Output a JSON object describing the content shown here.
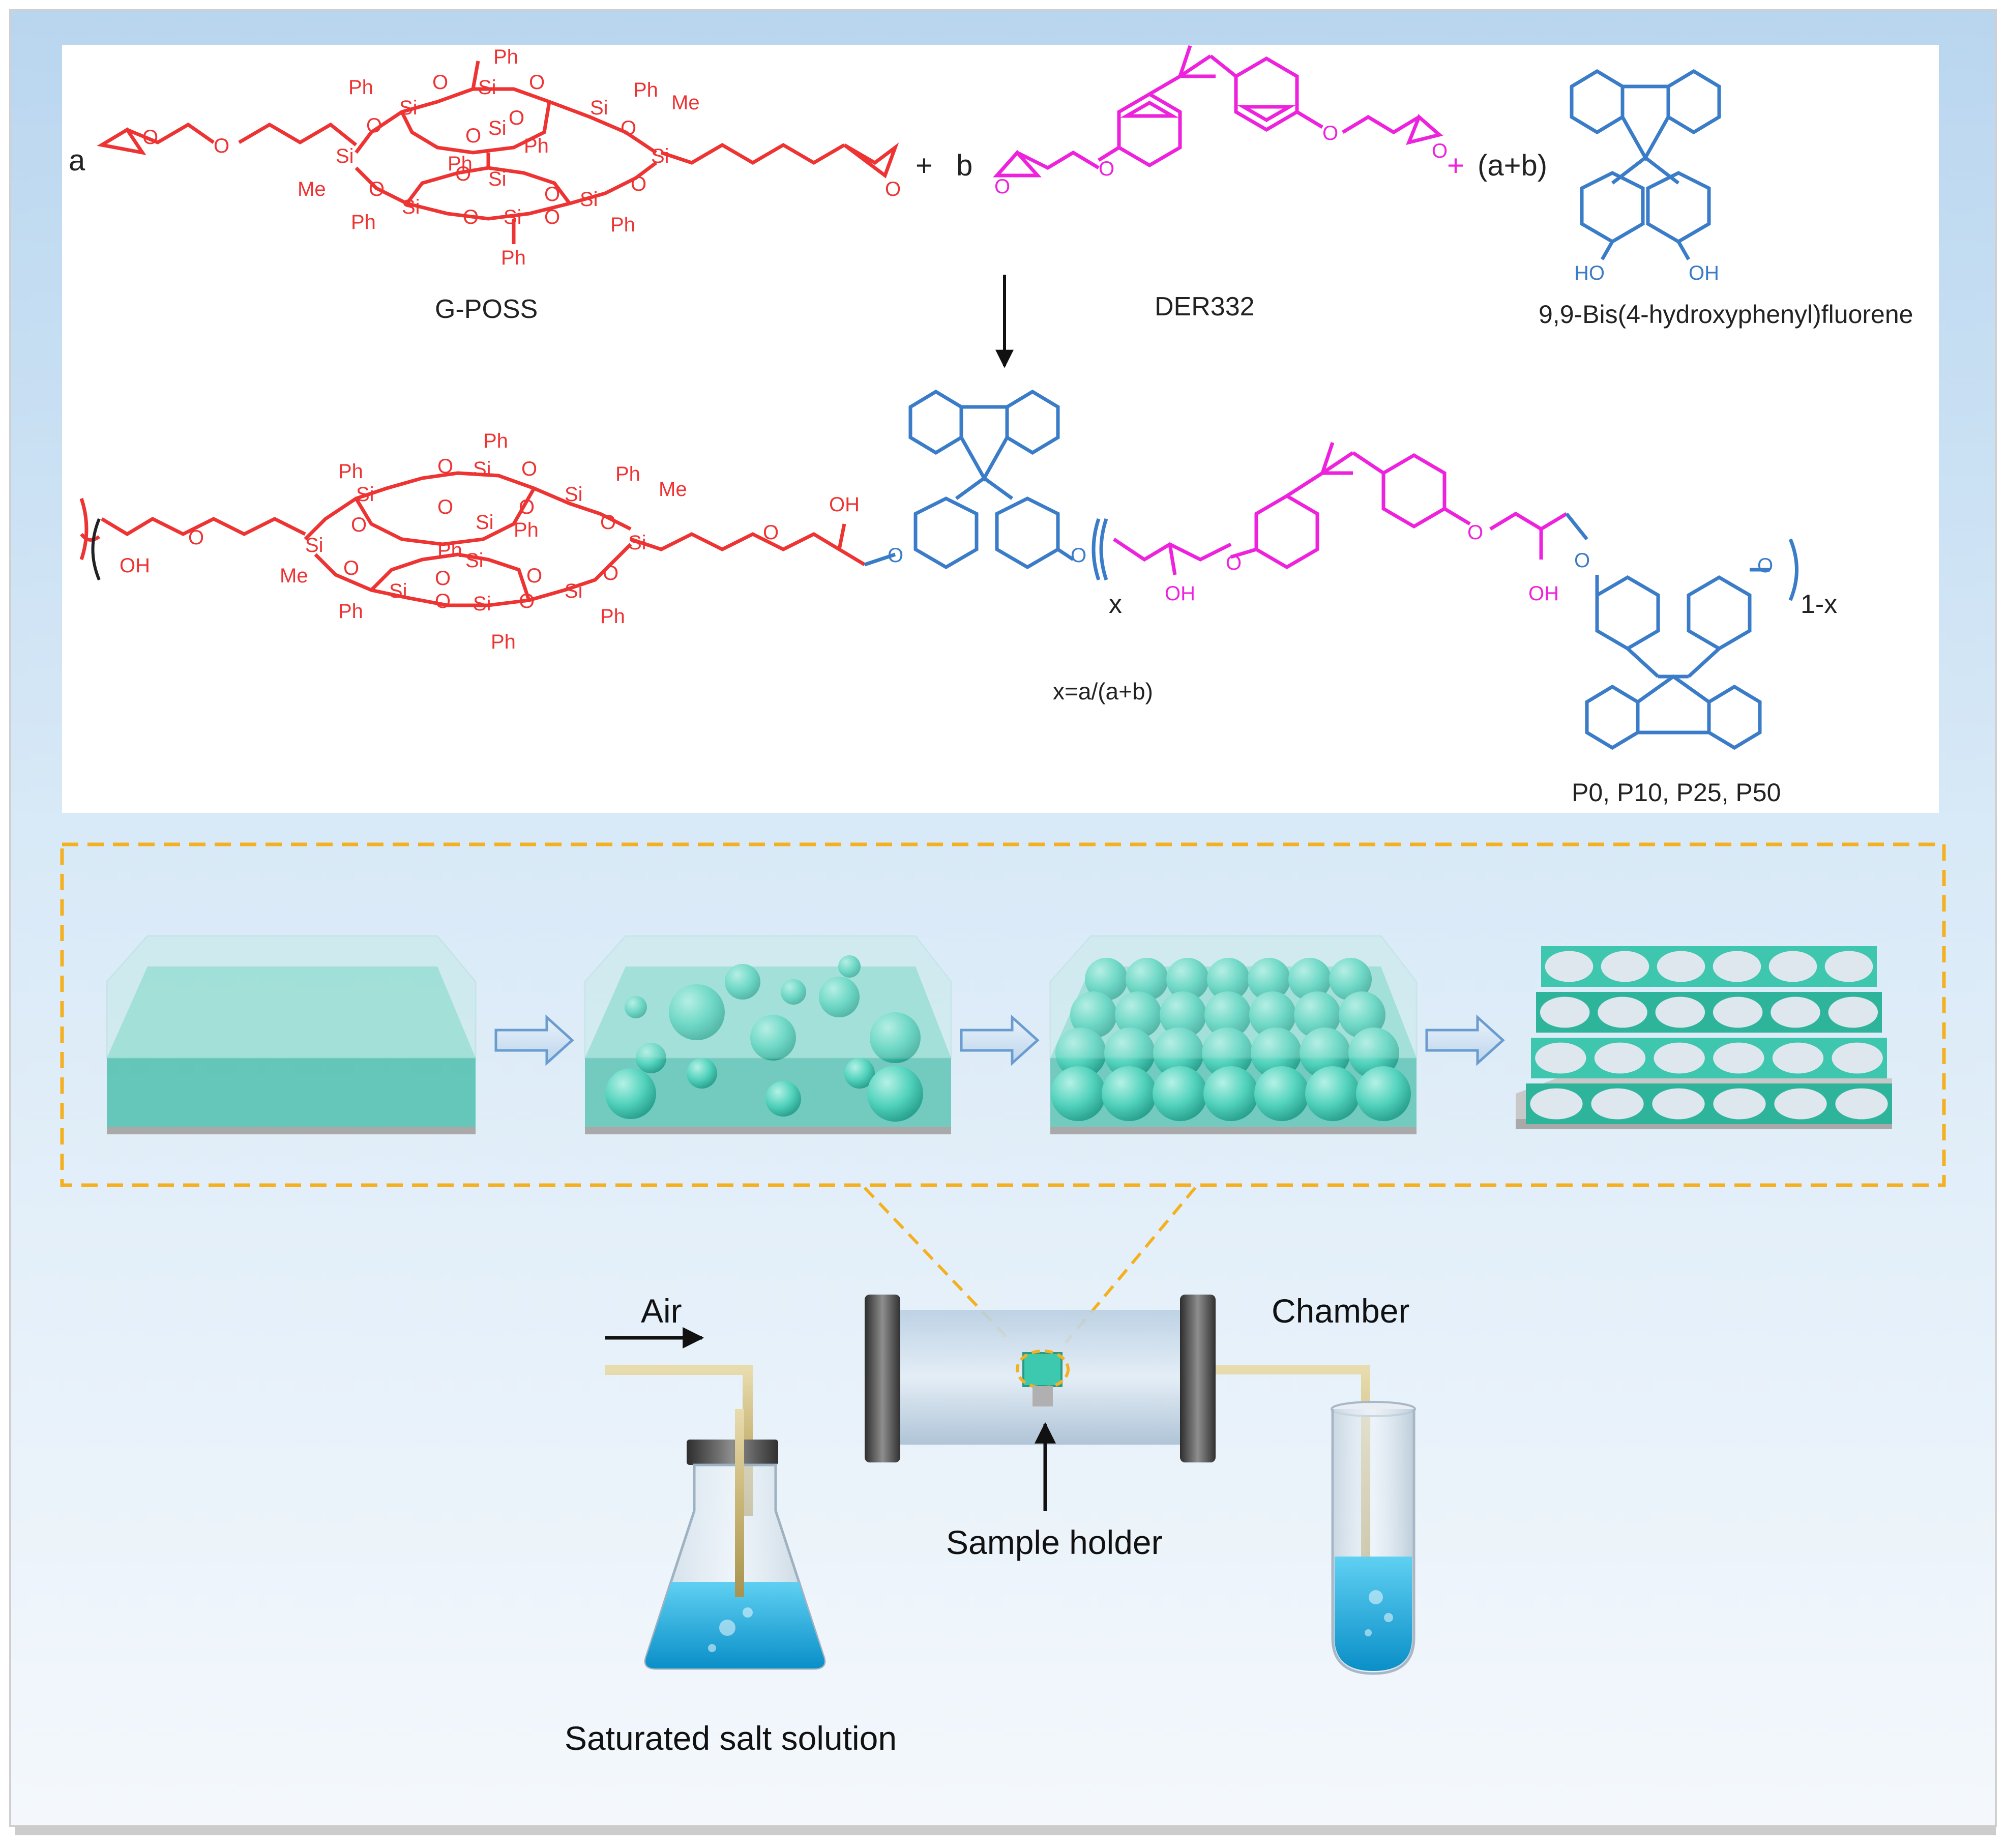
{
  "scheme": {
    "coef_a": "a",
    "coef_b": "b",
    "coef_ab": "(a+b)",
    "plus": "+",
    "gposs_label": "G-POSS",
    "der_label": "DER332",
    "bhpf_label": "9,9-Bis(4-hydroxyphenyl)fluorene",
    "x_def": "x=a/(a+b)",
    "products": "P0, P10, P25, P50",
    "sub_x": "x",
    "sub_1x": "1-x",
    "atoms": {
      "si": "Si",
      "o": "O",
      "ph": "Ph",
      "me": "Me",
      "oh": "OH",
      "ho": "HO"
    }
  },
  "apparatus": {
    "air": "Air",
    "chamber": "Chamber",
    "sample_holder": "Sample holder",
    "salt": "Saturated salt solution"
  },
  "colors": {
    "poss_red": "#ee3333",
    "der_magenta": "#ee22dd",
    "bhpf_blue": "#3a7cc8",
    "film_teal": "#3cc9b0",
    "dash_orange": "#f5b020",
    "liquid_blue": "#18aee0"
  }
}
